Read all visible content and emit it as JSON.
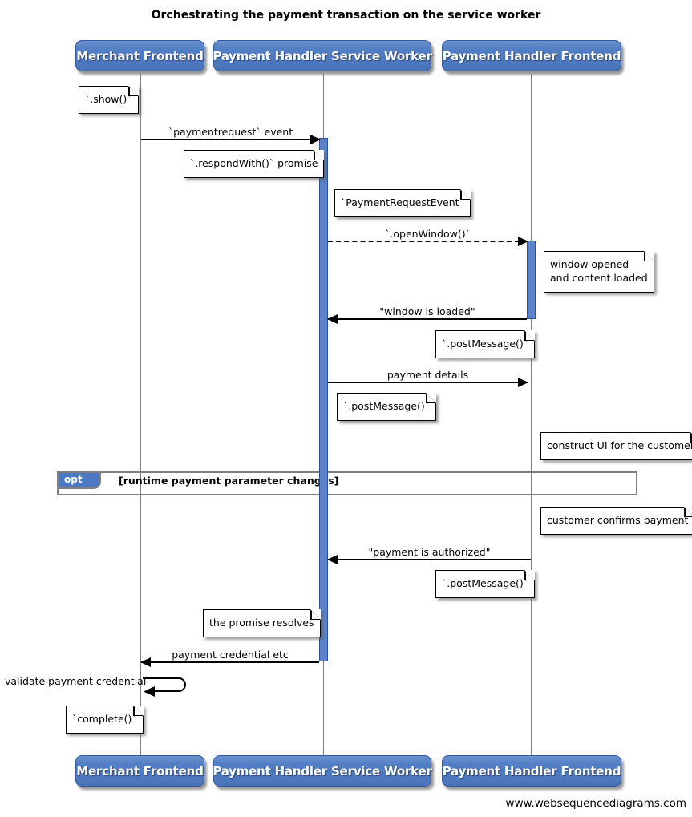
{
  "title": "Orchestrating the payment transaction on the service worker",
  "footer": "www.websequencediagrams.com",
  "diagram_type": "uml-sequence-diagram",
  "colors": {
    "participant_fill": "#4d79c4",
    "participant_border": "#36599b",
    "activation_fill": "#5b83c9",
    "lifeline_gray": "#7f7f7f",
    "note_bg": "#ffffff",
    "frame_border": "#7f7f7f"
  },
  "participants": [
    {
      "name": "Merchant Frontend"
    },
    {
      "name": "Payment Handler Service Worker"
    },
    {
      "name": "Payment Handler Frontend"
    }
  ],
  "messages": [
    {
      "label": "`paymentrequest` event",
      "from": "Merchant Frontend",
      "to": "Payment Handler Service Worker",
      "line": "solid"
    },
    {
      "label": "`.openWindow()`",
      "from": "Payment Handler Service Worker",
      "to": "Payment Handler Frontend",
      "line": "dashed"
    },
    {
      "label": "\"window is loaded\"",
      "from": "Payment Handler Frontend",
      "to": "Payment Handler Service Worker",
      "line": "solid"
    },
    {
      "label": "payment details",
      "from": "Payment Handler Service Worker",
      "to": "Payment Handler Frontend",
      "line": "solid"
    },
    {
      "label": "\"payment is authorized\"",
      "from": "Payment Handler Frontend",
      "to": "Payment Handler Service Worker",
      "line": "solid"
    },
    {
      "label": "payment credential etc",
      "from": "Payment Handler Service Worker",
      "to": "Merchant Frontend",
      "line": "solid"
    },
    {
      "label": "validate payment credential",
      "from": "Merchant Frontend",
      "to": "Merchant Frontend",
      "line": "solid",
      "type": "self"
    }
  ],
  "notes": [
    {
      "text": "`.show()`",
      "anchor": "Merchant Frontend"
    },
    {
      "text": "`.respondWith()` promise",
      "anchor": "Payment Handler Service Worker"
    },
    {
      "text": "`PaymentRequestEvent`",
      "anchor": "Payment Handler Service Worker"
    },
    {
      "text": "window opened\nand content loaded",
      "anchor": "Payment Handler Frontend"
    },
    {
      "text": "`.postMessage()`",
      "anchor": "Payment Handler Frontend"
    },
    {
      "text": "`.postMessage()`",
      "anchor": "Payment Handler Service Worker"
    },
    {
      "text": "construct UI for the customer",
      "anchor": "Payment Handler Frontend"
    },
    {
      "text": "customer confirms payment",
      "anchor": "Payment Handler Frontend"
    },
    {
      "text": "`.postMessage()`",
      "anchor": "Payment Handler Frontend"
    },
    {
      "text": "the promise resolves",
      "anchor": "Payment Handler Service Worker"
    },
    {
      "text": "`complete()`",
      "anchor": "Merchant Frontend"
    }
  ],
  "fragment": {
    "operator": "opt",
    "guard": "[runtime payment parameter changes]"
  }
}
